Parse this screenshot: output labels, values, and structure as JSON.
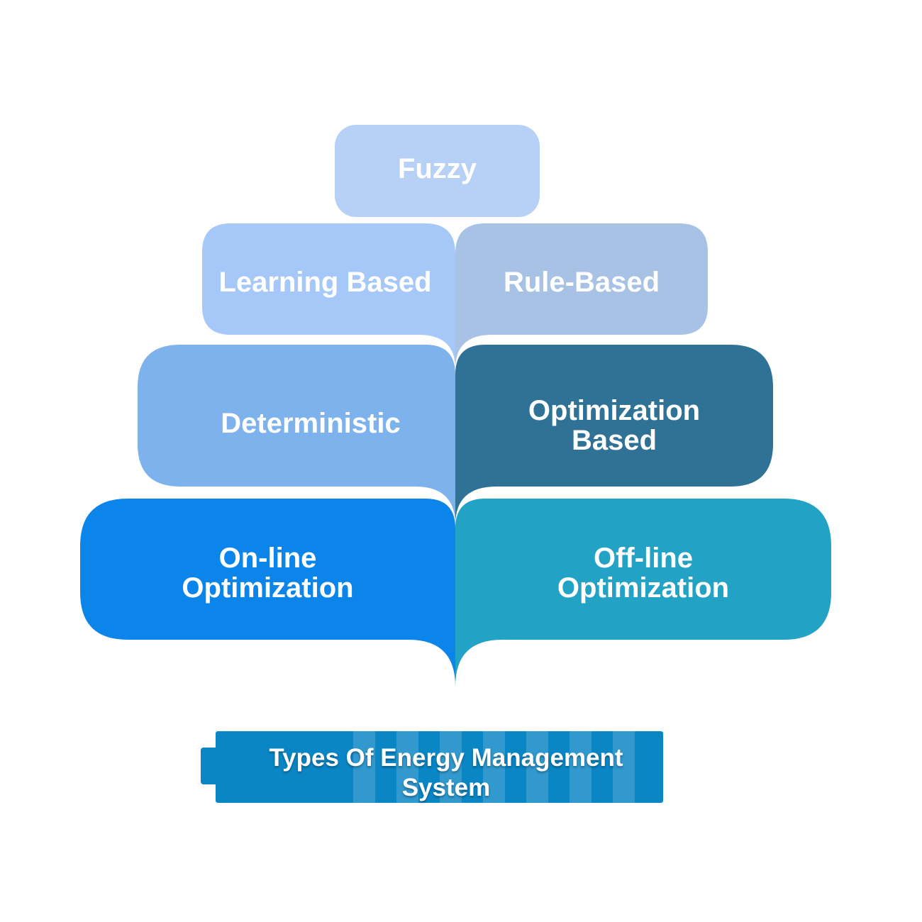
{
  "diagram": {
    "fuzzy": {
      "label": "Fuzzy",
      "color": "#b7d0f5"
    },
    "learning_based": {
      "label": "Learning Based",
      "color": "#a6c8f8"
    },
    "rule_based": {
      "label": "Rule-Based",
      "color": "#a8c2e6"
    },
    "deterministic": {
      "label": "Deterministic",
      "color": "#7db2ec"
    },
    "optimization_based": {
      "line1": "Optimization",
      "line2": "Based",
      "color": "#2f7296"
    },
    "online_optimization": {
      "line1": "On-line",
      "line2": "Optimization",
      "color": "#0b85ea"
    },
    "offline_optimization": {
      "line1": "Off-line",
      "line2": "Optimization",
      "color": "#22a2c4"
    }
  },
  "banner": {
    "line1": "Types Of Energy Management",
    "line2": "System",
    "color": "#0a86c5"
  }
}
